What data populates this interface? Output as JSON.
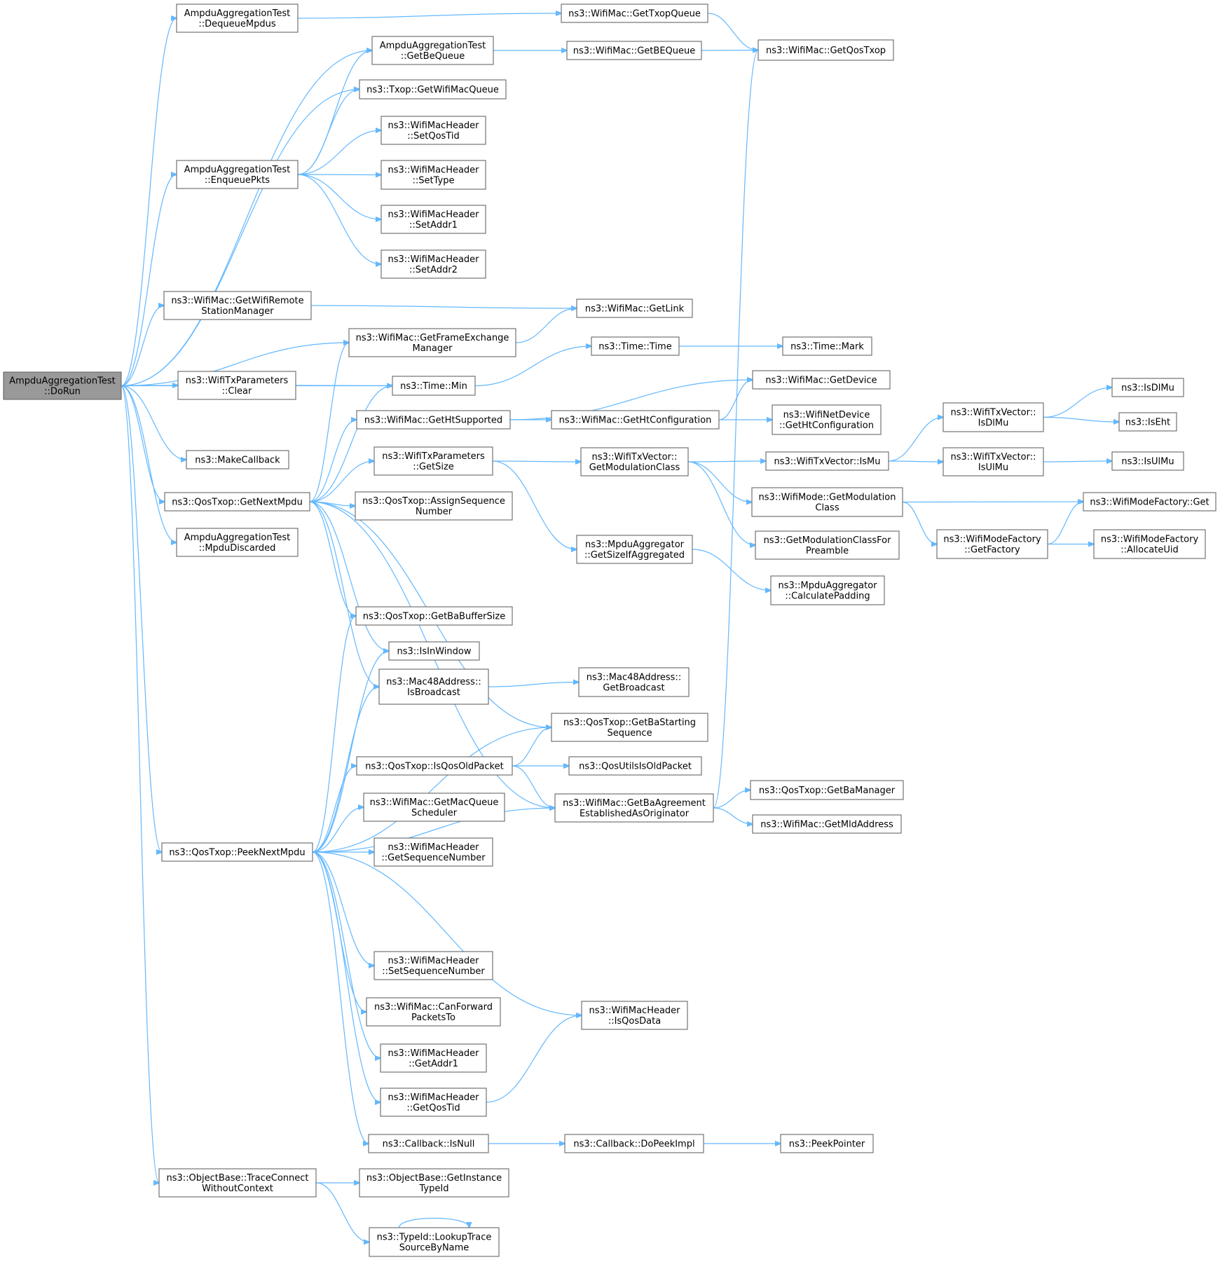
{
  "colors": {
    "edge": "#63b8ff",
    "node_border": "#666666",
    "node_fill": "#ffffff",
    "root_fill": "#999999",
    "text": "#000000"
  },
  "nodes": [
    {
      "id": "dorun",
      "lines": [
        "AmpduAggregationTest",
        "::DoRun"
      ],
      "root": true
    },
    {
      "id": "dequeue",
      "lines": [
        "AmpduAggregationTest",
        "::DequeueMpdus"
      ]
    },
    {
      "id": "getbequeue_t",
      "lines": [
        "AmpduAggregationTest",
        "::GetBeQueue"
      ]
    },
    {
      "id": "gettxopqueue",
      "lines": [
        "ns3::WifiMac::GetTxopQueue"
      ]
    },
    {
      "id": "getbequeue_m",
      "lines": [
        "ns3::WifiMac::GetBEQueue"
      ]
    },
    {
      "id": "getqostxop",
      "lines": [
        "ns3::WifiMac::GetQosTxop"
      ]
    },
    {
      "id": "getwifimacqueue",
      "lines": [
        "ns3::Txop::GetWifiMacQueue"
      ]
    },
    {
      "id": "setqostid",
      "lines": [
        "ns3::WifiMacHeader",
        "::SetQosTid"
      ]
    },
    {
      "id": "enqueuepkts",
      "lines": [
        "AmpduAggregationTest",
        "::EnqueuePkts"
      ]
    },
    {
      "id": "settype",
      "lines": [
        "ns3::WifiMacHeader",
        "::SetType"
      ]
    },
    {
      "id": "setaddr1",
      "lines": [
        "ns3::WifiMacHeader",
        "::SetAddr1"
      ]
    },
    {
      "id": "setaddr2",
      "lines": [
        "ns3::WifiMacHeader",
        "::SetAddr2"
      ]
    },
    {
      "id": "getremotemgr",
      "lines": [
        "ns3::WifiMac::GetWifiRemote",
        "StationManager"
      ]
    },
    {
      "id": "getlink",
      "lines": [
        "ns3::WifiMac::GetLink"
      ]
    },
    {
      "id": "getfem",
      "lines": [
        "ns3::WifiMac::GetFrameExchange",
        "Manager"
      ]
    },
    {
      "id": "timetime",
      "lines": [
        "ns3::Time::Time"
      ]
    },
    {
      "id": "timemark",
      "lines": [
        "ns3::Time::Mark"
      ]
    },
    {
      "id": "txclear",
      "lines": [
        "ns3::WifiTxParameters",
        "::Clear"
      ]
    },
    {
      "id": "timemin",
      "lines": [
        "ns3::Time::Min"
      ]
    },
    {
      "id": "getdevice",
      "lines": [
        "ns3::WifiMac::GetDevice"
      ]
    },
    {
      "id": "gethtsupported",
      "lines": [
        "ns3::WifiMac::GetHtSupported"
      ]
    },
    {
      "id": "gethtconf_m",
      "lines": [
        "ns3::WifiMac::GetHtConfiguration"
      ]
    },
    {
      "id": "gethtconf_nd",
      "lines": [
        "ns3::WifiNetDevice",
        "::GetHtConfiguration"
      ]
    },
    {
      "id": "isdlmu_v",
      "lines": [
        "ns3::WifiTxVector::",
        "IsDlMu"
      ]
    },
    {
      "id": "isdlmu",
      "lines": [
        "ns3::IsDlMu"
      ]
    },
    {
      "id": "iseht",
      "lines": [
        "ns3::IsEht"
      ]
    },
    {
      "id": "makecallback",
      "lines": [
        "ns3::MakeCallback"
      ]
    },
    {
      "id": "txgetsize",
      "lines": [
        "ns3::WifiTxParameters",
        "::GetSize"
      ]
    },
    {
      "id": "getmodclass_v",
      "lines": [
        "ns3::WifiTxVector::",
        "GetModulationClass"
      ]
    },
    {
      "id": "ismu",
      "lines": [
        "ns3::WifiTxVector::IsMu"
      ]
    },
    {
      "id": "isulmu_v",
      "lines": [
        "ns3::WifiTxVector::",
        "IsUlMu"
      ]
    },
    {
      "id": "isulmu",
      "lines": [
        "ns3::IsUlMu"
      ]
    },
    {
      "id": "getnextmpdu",
      "lines": [
        "ns3::QosTxop::GetNextMpdu"
      ]
    },
    {
      "id": "assignseq",
      "lines": [
        "ns3::QosTxop::AssignSequence",
        "Number"
      ]
    },
    {
      "id": "getmodclass_m",
      "lines": [
        "ns3::WifiMode::GetModulation",
        "Class"
      ]
    },
    {
      "id": "factoryget",
      "lines": [
        "ns3::WifiModeFactory::Get"
      ]
    },
    {
      "id": "mpdudiscarded",
      "lines": [
        "AmpduAggregationTest",
        "::MpduDiscarded"
      ]
    },
    {
      "id": "getsizeifagg",
      "lines": [
        "ns3::MpduAggregator",
        "::GetSizeIfAggregated"
      ]
    },
    {
      "id": "getmodclassforpre",
      "lines": [
        "ns3::GetModulationClassFor",
        "Preamble"
      ]
    },
    {
      "id": "getfactory",
      "lines": [
        "ns3::WifiModeFactory",
        "::GetFactory"
      ]
    },
    {
      "id": "allocateuid",
      "lines": [
        "ns3::WifiModeFactory",
        "::AllocateUid"
      ]
    },
    {
      "id": "calcpadding",
      "lines": [
        "ns3::MpduAggregator",
        "::CalculatePadding"
      ]
    },
    {
      "id": "getbabuffer",
      "lines": [
        "ns3::QosTxop::GetBaBufferSize"
      ]
    },
    {
      "id": "isinwindow",
      "lines": [
        "ns3::IsInWindow"
      ]
    },
    {
      "id": "isbroadcast",
      "lines": [
        "ns3::Mac48Address::",
        "IsBroadcast"
      ]
    },
    {
      "id": "getbroadcast",
      "lines": [
        "ns3::Mac48Address::",
        "GetBroadcast"
      ]
    },
    {
      "id": "getbastarting",
      "lines": [
        "ns3::QosTxop::GetBaStarting",
        "Sequence"
      ]
    },
    {
      "id": "isqosoldpacket",
      "lines": [
        "ns3::QosTxop::IsQosOldPacket"
      ]
    },
    {
      "id": "qosutilsold",
      "lines": [
        "ns3::QosUtilsIsOldPacket"
      ]
    },
    {
      "id": "getbaagreement",
      "lines": [
        "ns3::WifiMac::GetBaAgreement",
        "EstablishedAsOriginator"
      ]
    },
    {
      "id": "getbamanager",
      "lines": [
        "ns3::QosTxop::GetBaManager"
      ]
    },
    {
      "id": "getmldaddress",
      "lines": [
        "ns3::WifiMac::GetMldAddress"
      ]
    },
    {
      "id": "getmacqueuesched",
      "lines": [
        "ns3::WifiMac::GetMacQueue",
        "Scheduler"
      ]
    },
    {
      "id": "peeknextmpdu",
      "lines": [
        "ns3::QosTxop::PeekNextMpdu"
      ]
    },
    {
      "id": "getseqnum",
      "lines": [
        "ns3::WifiMacHeader",
        "::GetSequenceNumber"
      ]
    },
    {
      "id": "setseqnum",
      "lines": [
        "ns3::WifiMacHeader",
        "::SetSequenceNumber"
      ]
    },
    {
      "id": "canforward",
      "lines": [
        "ns3::WifiMac::CanForward",
        "PacketsTo"
      ]
    },
    {
      "id": "isqosdata",
      "lines": [
        "ns3::WifiMacHeader",
        "::IsQosData"
      ]
    },
    {
      "id": "getaddr1",
      "lines": [
        "ns3::WifiMacHeader",
        "::GetAddr1"
      ]
    },
    {
      "id": "getqostid",
      "lines": [
        "ns3::WifiMacHeader",
        "::GetQosTid"
      ]
    },
    {
      "id": "cbisnull",
      "lines": [
        "ns3::Callback::IsNull"
      ]
    },
    {
      "id": "cbdopeek",
      "lines": [
        "ns3::Callback::DoPeekImpl"
      ]
    },
    {
      "id": "peekpointer",
      "lines": [
        "ns3::PeekPointer"
      ]
    },
    {
      "id": "traceconnect",
      "lines": [
        "ns3::ObjectBase::TraceConnect",
        "WithoutContext"
      ]
    },
    {
      "id": "getinstancetypeid",
      "lines": [
        "ns3::ObjectBase::GetInstance",
        "TypeId"
      ]
    },
    {
      "id": "lookuptrace",
      "lines": [
        "ns3::TypeId::LookupTrace",
        "SourceByName"
      ]
    }
  ],
  "edges": [
    [
      "dorun",
      "dequeue"
    ],
    [
      "dorun",
      "getbequeue_t"
    ],
    [
      "dorun",
      "getwifimacqueue"
    ],
    [
      "dorun",
      "enqueuepkts"
    ],
    [
      "dorun",
      "getremotemgr"
    ],
    [
      "dorun",
      "getfem"
    ],
    [
      "dorun",
      "txclear"
    ],
    [
      "dorun",
      "timemin"
    ],
    [
      "dorun",
      "makecallback"
    ],
    [
      "dorun",
      "getnextmpdu"
    ],
    [
      "dorun",
      "mpdudiscarded"
    ],
    [
      "dorun",
      "peeknextmpdu"
    ],
    [
      "dorun",
      "traceconnect"
    ],
    [
      "dequeue",
      "gettxopqueue"
    ],
    [
      "gettxopqueue",
      "getqostxop"
    ],
    [
      "getbequeue_t",
      "getbequeue_m"
    ],
    [
      "getbequeue_m",
      "getqostxop"
    ],
    [
      "enqueuepkts",
      "getbequeue_t"
    ],
    [
      "enqueuepkts",
      "getwifimacqueue"
    ],
    [
      "enqueuepkts",
      "setqostid"
    ],
    [
      "enqueuepkts",
      "settype"
    ],
    [
      "enqueuepkts",
      "setaddr1"
    ],
    [
      "enqueuepkts",
      "setaddr2"
    ],
    [
      "getremotemgr",
      "getlink"
    ],
    [
      "getfem",
      "getlink"
    ],
    [
      "txclear",
      "timemin"
    ],
    [
      "timemin",
      "timetime"
    ],
    [
      "timetime",
      "timemark"
    ],
    [
      "gethtsupported",
      "getdevice"
    ],
    [
      "gethtsupported",
      "gethtconf_m"
    ],
    [
      "gethtconf_m",
      "getdevice"
    ],
    [
      "gethtconf_m",
      "gethtconf_nd"
    ],
    [
      "txgetsize",
      "getmodclass_v"
    ],
    [
      "txgetsize",
      "getsizeifagg"
    ],
    [
      "getmodclass_v",
      "ismu"
    ],
    [
      "getmodclass_v",
      "getmodclass_m"
    ],
    [
      "getmodclass_v",
      "getmodclassforpre"
    ],
    [
      "ismu",
      "isdlmu_v"
    ],
    [
      "ismu",
      "isulmu_v"
    ],
    [
      "isdlmu_v",
      "isdlmu"
    ],
    [
      "isdlmu_v",
      "iseht"
    ],
    [
      "isulmu_v",
      "isulmu"
    ],
    [
      "getmodclass_m",
      "factoryget"
    ],
    [
      "getmodclass_m",
      "getfactory"
    ],
    [
      "getfactory",
      "factoryget"
    ],
    [
      "getfactory",
      "allocateuid"
    ],
    [
      "getsizeifagg",
      "calcpadding"
    ],
    [
      "getnextmpdu",
      "getfem"
    ],
    [
      "getnextmpdu",
      "timemin"
    ],
    [
      "getnextmpdu",
      "gethtsupported"
    ],
    [
      "getnextmpdu",
      "txgetsize"
    ],
    [
      "getnextmpdu",
      "assignseq"
    ],
    [
      "getnextmpdu",
      "getbabuffer"
    ],
    [
      "getnextmpdu",
      "isinwindow"
    ],
    [
      "getnextmpdu",
      "isbroadcast"
    ],
    [
      "getnextmpdu",
      "getbastarting"
    ],
    [
      "getnextmpdu",
      "getbaagreement"
    ],
    [
      "isbroadcast",
      "getbroadcast"
    ],
    [
      "isqosoldpacket",
      "getbastarting"
    ],
    [
      "isqosoldpacket",
      "qosutilsold"
    ],
    [
      "isqosoldpacket",
      "getbaagreement"
    ],
    [
      "getbaagreement",
      "getqostxop"
    ],
    [
      "getbaagreement",
      "getbamanager"
    ],
    [
      "getbaagreement",
      "getmldaddress"
    ],
    [
      "peeknextmpdu",
      "getbabuffer"
    ],
    [
      "peeknextmpdu",
      "isinwindow"
    ],
    [
      "peeknextmpdu",
      "isbroadcast"
    ],
    [
      "peeknextmpdu",
      "getbastarting"
    ],
    [
      "peeknextmpdu",
      "isqosoldpacket"
    ],
    [
      "peeknextmpdu",
      "getmacqueuesched"
    ],
    [
      "peeknextmpdu",
      "getseqnum"
    ],
    [
      "peeknextmpdu",
      "getbaagreement"
    ],
    [
      "peeknextmpdu",
      "setseqnum"
    ],
    [
      "peeknextmpdu",
      "canforward"
    ],
    [
      "peeknextmpdu",
      "isqosdata"
    ],
    [
      "peeknextmpdu",
      "getaddr1"
    ],
    [
      "peeknextmpdu",
      "getqostid"
    ],
    [
      "peeknextmpdu",
      "cbisnull"
    ],
    [
      "getqostid",
      "isqosdata"
    ],
    [
      "cbisnull",
      "cbdopeek"
    ],
    [
      "cbdopeek",
      "peekpointer"
    ],
    [
      "traceconnect",
      "getinstancetypeid"
    ],
    [
      "traceconnect",
      "lookuptrace"
    ],
    [
      "lookuptrace",
      "lookuptrace"
    ]
  ]
}
